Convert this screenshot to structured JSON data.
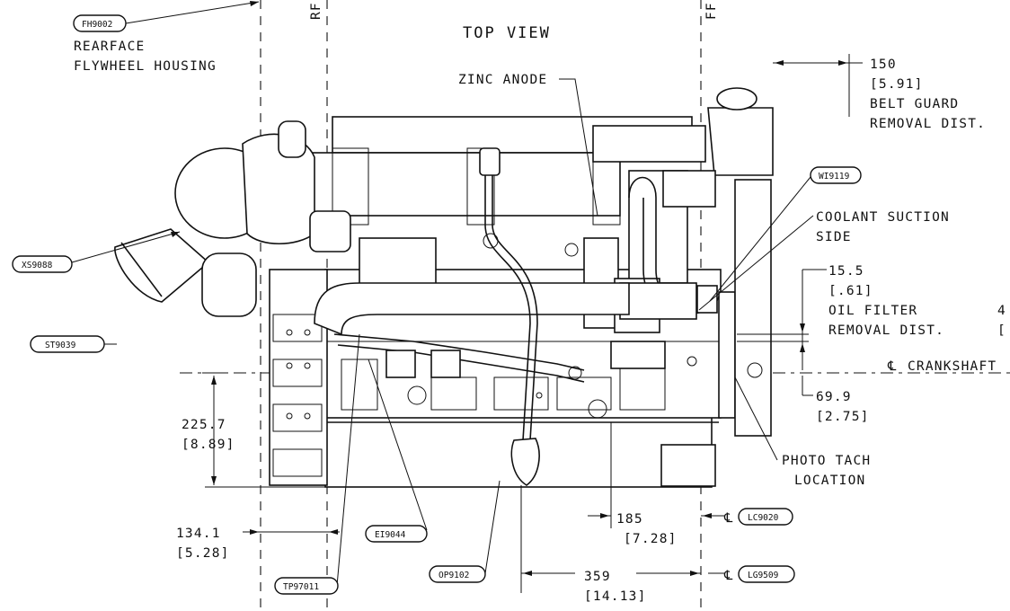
{
  "view_title": "TOP VIEW",
  "reference_labels": {
    "rear_face_marker": "RF",
    "front_face_marker": "FF"
  },
  "callouts": {
    "fh9002": {
      "tag": "FH9002",
      "line1": "REARFACE",
      "line2": "FLYWHEEL HOUSING"
    },
    "zinc_anode": {
      "text": "ZINC ANODE"
    },
    "wi9119": {
      "tag": "WI9119"
    },
    "coolant": {
      "line1": "COOLANT SUCTION",
      "line2": "SIDE"
    },
    "xs9088": {
      "tag": "XS9088"
    },
    "st9039": {
      "tag": "ST9039"
    },
    "crankshaft": {
      "text": "CRANKSHAFT",
      "symbol": "℄"
    },
    "photo_tach": {
      "line1": "PHOTO TACH",
      "line2": "LOCATION"
    },
    "ei9044": {
      "tag": "EI9044"
    },
    "tp97011": {
      "tag": "TP97011"
    },
    "op9102": {
      "tag": "OP9102"
    },
    "lc9020": {
      "tag": "LC9020",
      "symbol": "℄"
    },
    "lg9509": {
      "tag": "LG9509",
      "symbol": "℄"
    }
  },
  "dimensions": {
    "belt_guard": {
      "mm": "150",
      "inch": "[5.91]",
      "line1": "BELT GUARD",
      "line2": "REMOVAL DIST."
    },
    "oil_filter": {
      "mm": "15.5",
      "inch": "[.61]",
      "line1": "OIL FILTER",
      "line2": "REMOVAL DIST."
    },
    "crank_offset": {
      "mm": "69.9",
      "inch": "[2.75]"
    },
    "height": {
      "mm": "225.7",
      "inch": "[8.89]"
    },
    "rear_offset": {
      "mm": "134.1",
      "inch": "[5.28]"
    },
    "lc_offset": {
      "mm": "185",
      "inch": "[7.28]"
    },
    "lg_offset": {
      "mm": "359",
      "inch": "[14.13]"
    },
    "cut_right_1": "4",
    "cut_right_2": "["
  }
}
